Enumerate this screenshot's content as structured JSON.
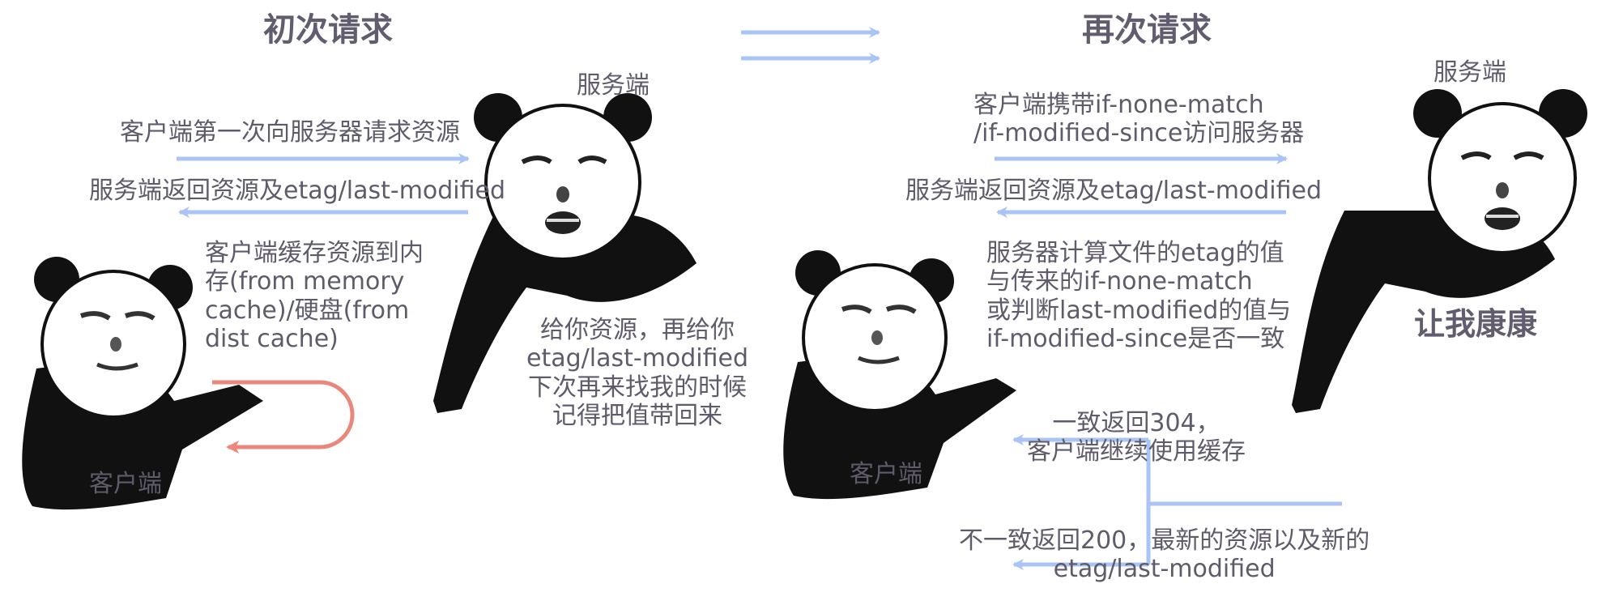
{
  "left": {
    "title": "初次请求",
    "server_label": "服务端",
    "client_label": "客户端",
    "request_text": "客户端第一次向服务器请求资源",
    "response_text": "服务端返回资源及etag/last-modified",
    "cache_text": "客户端缓存资源到内\n存(from memory\ncache)/硬盘(from\ndist cache)",
    "server_speech": "给你资源，再给你\netag/last-modified\n下次再来找我的时候\n记得把值带回来"
  },
  "right": {
    "title": "再次请求",
    "server_label": "服务端",
    "client_label": "客户端",
    "request_text": "客户端携带if-none-match\n/if-modified-since访问服务器",
    "response_text": "服务端返回资源及etag/last-modified",
    "compute_text": "服务器计算文件的etag的值\n与传来的if-none-match\n或判断last-modified的值与\nif-modified-since是否一致",
    "server_speech": "让我康康",
    "match_text": "一致返回304，\n客户端继续使用缓存",
    "mismatch_text": "不一致返回200，最新的资源以及新的\netag/last-modified"
  },
  "colors": {
    "arrow_blue": "#a9c4f5",
    "arrow_red": "#e8877a",
    "text": "#5f5b6b"
  }
}
